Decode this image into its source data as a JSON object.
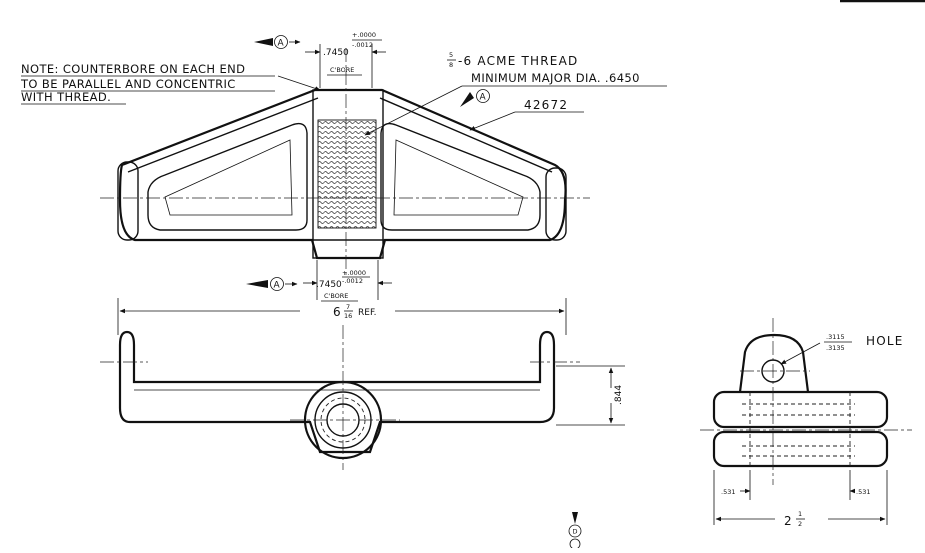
{
  "note": {
    "line1": "NOTE: COUNTERBORE ON EACH END",
    "line2": "TO BE PARALLEL AND CONCENTRIC",
    "line3": "WITH THREAD."
  },
  "thread": {
    "fraction_num": "5",
    "fraction_den": "8",
    "spec": "-6 ACME THREAD",
    "minor": "MINIMUM MAJOR DIA. .6450"
  },
  "part_number": "42672",
  "section_marker": "A",
  "top_bore": {
    "value": ".7450",
    "tol_plus": "+.0000",
    "tol_minus": "-.0012",
    "label": "C'BORE"
  },
  "bottom_bore": {
    "value": ".7450",
    "tol_plus": "+.0000",
    "tol_minus": "-.0012",
    "label": "C'BORE"
  },
  "overall_length": {
    "whole": "6",
    "num": "7",
    "den": "16",
    "suffix": "REF."
  },
  "height_dim": ".844",
  "hole": {
    "upper": ".3115",
    "lower": ".3135",
    "label": "HOLE"
  },
  "side_left_dim": ".531",
  "side_right_dim": ".531",
  "side_width": {
    "whole": "2",
    "num": "1",
    "den": "2"
  },
  "page_marker": "D"
}
